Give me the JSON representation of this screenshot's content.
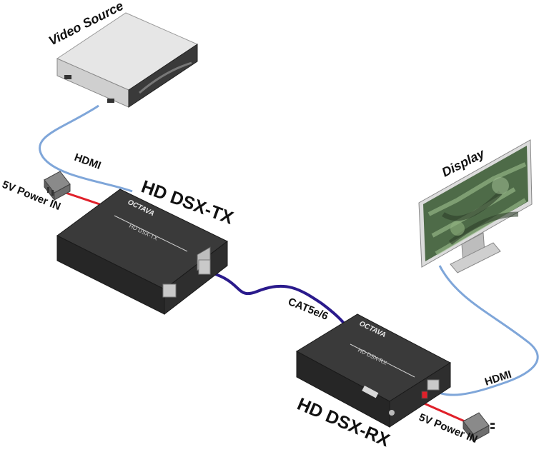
{
  "labels": {
    "video_source": "Video Source",
    "display": "Display",
    "tx_name": "HD DSX-TX",
    "rx_name": "HD DSX-RX",
    "hdmi_top": "HDMI",
    "hdmi_right": "HDMI",
    "cat": "CAT5e/6",
    "power_left": "5V Power IN",
    "power_right": "5V Power IN"
  },
  "devices": {
    "tx_brand": "OCTAVA",
    "tx_face": "HD DSX-TX",
    "rx_brand": "OCTAVA",
    "rx_face": "HD DSX-RX"
  },
  "colors": {
    "hdmi_cable": "#7fa6d9",
    "cat_cable": "#2a1a8c",
    "power_cable": "#e0202a",
    "device_body": "#2b2b2b"
  },
  "icons": {
    "power_adapter": "power-adapter-icon",
    "video_source": "dvd-player-icon",
    "display": "monitor-icon"
  }
}
